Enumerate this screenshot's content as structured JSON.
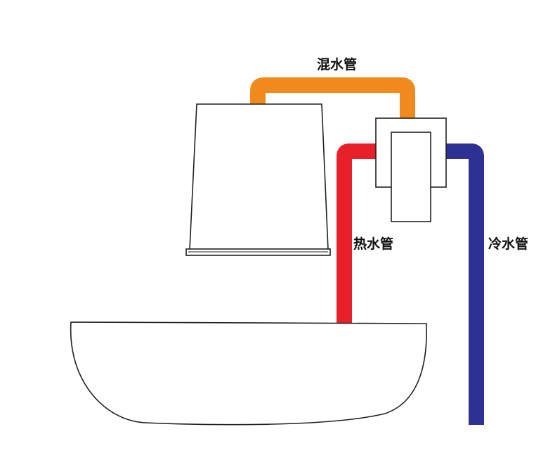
{
  "labels": {
    "mixed_pipe": "混水管",
    "hot_pipe": "热水管",
    "cold_pipe": "冷水管"
  },
  "colors": {
    "mixed_pipe": "#f08a1c",
    "hot_pipe": "#e8202a",
    "cold_pipe": "#2e3192",
    "outline": "#231f20",
    "background": "#ffffff"
  }
}
